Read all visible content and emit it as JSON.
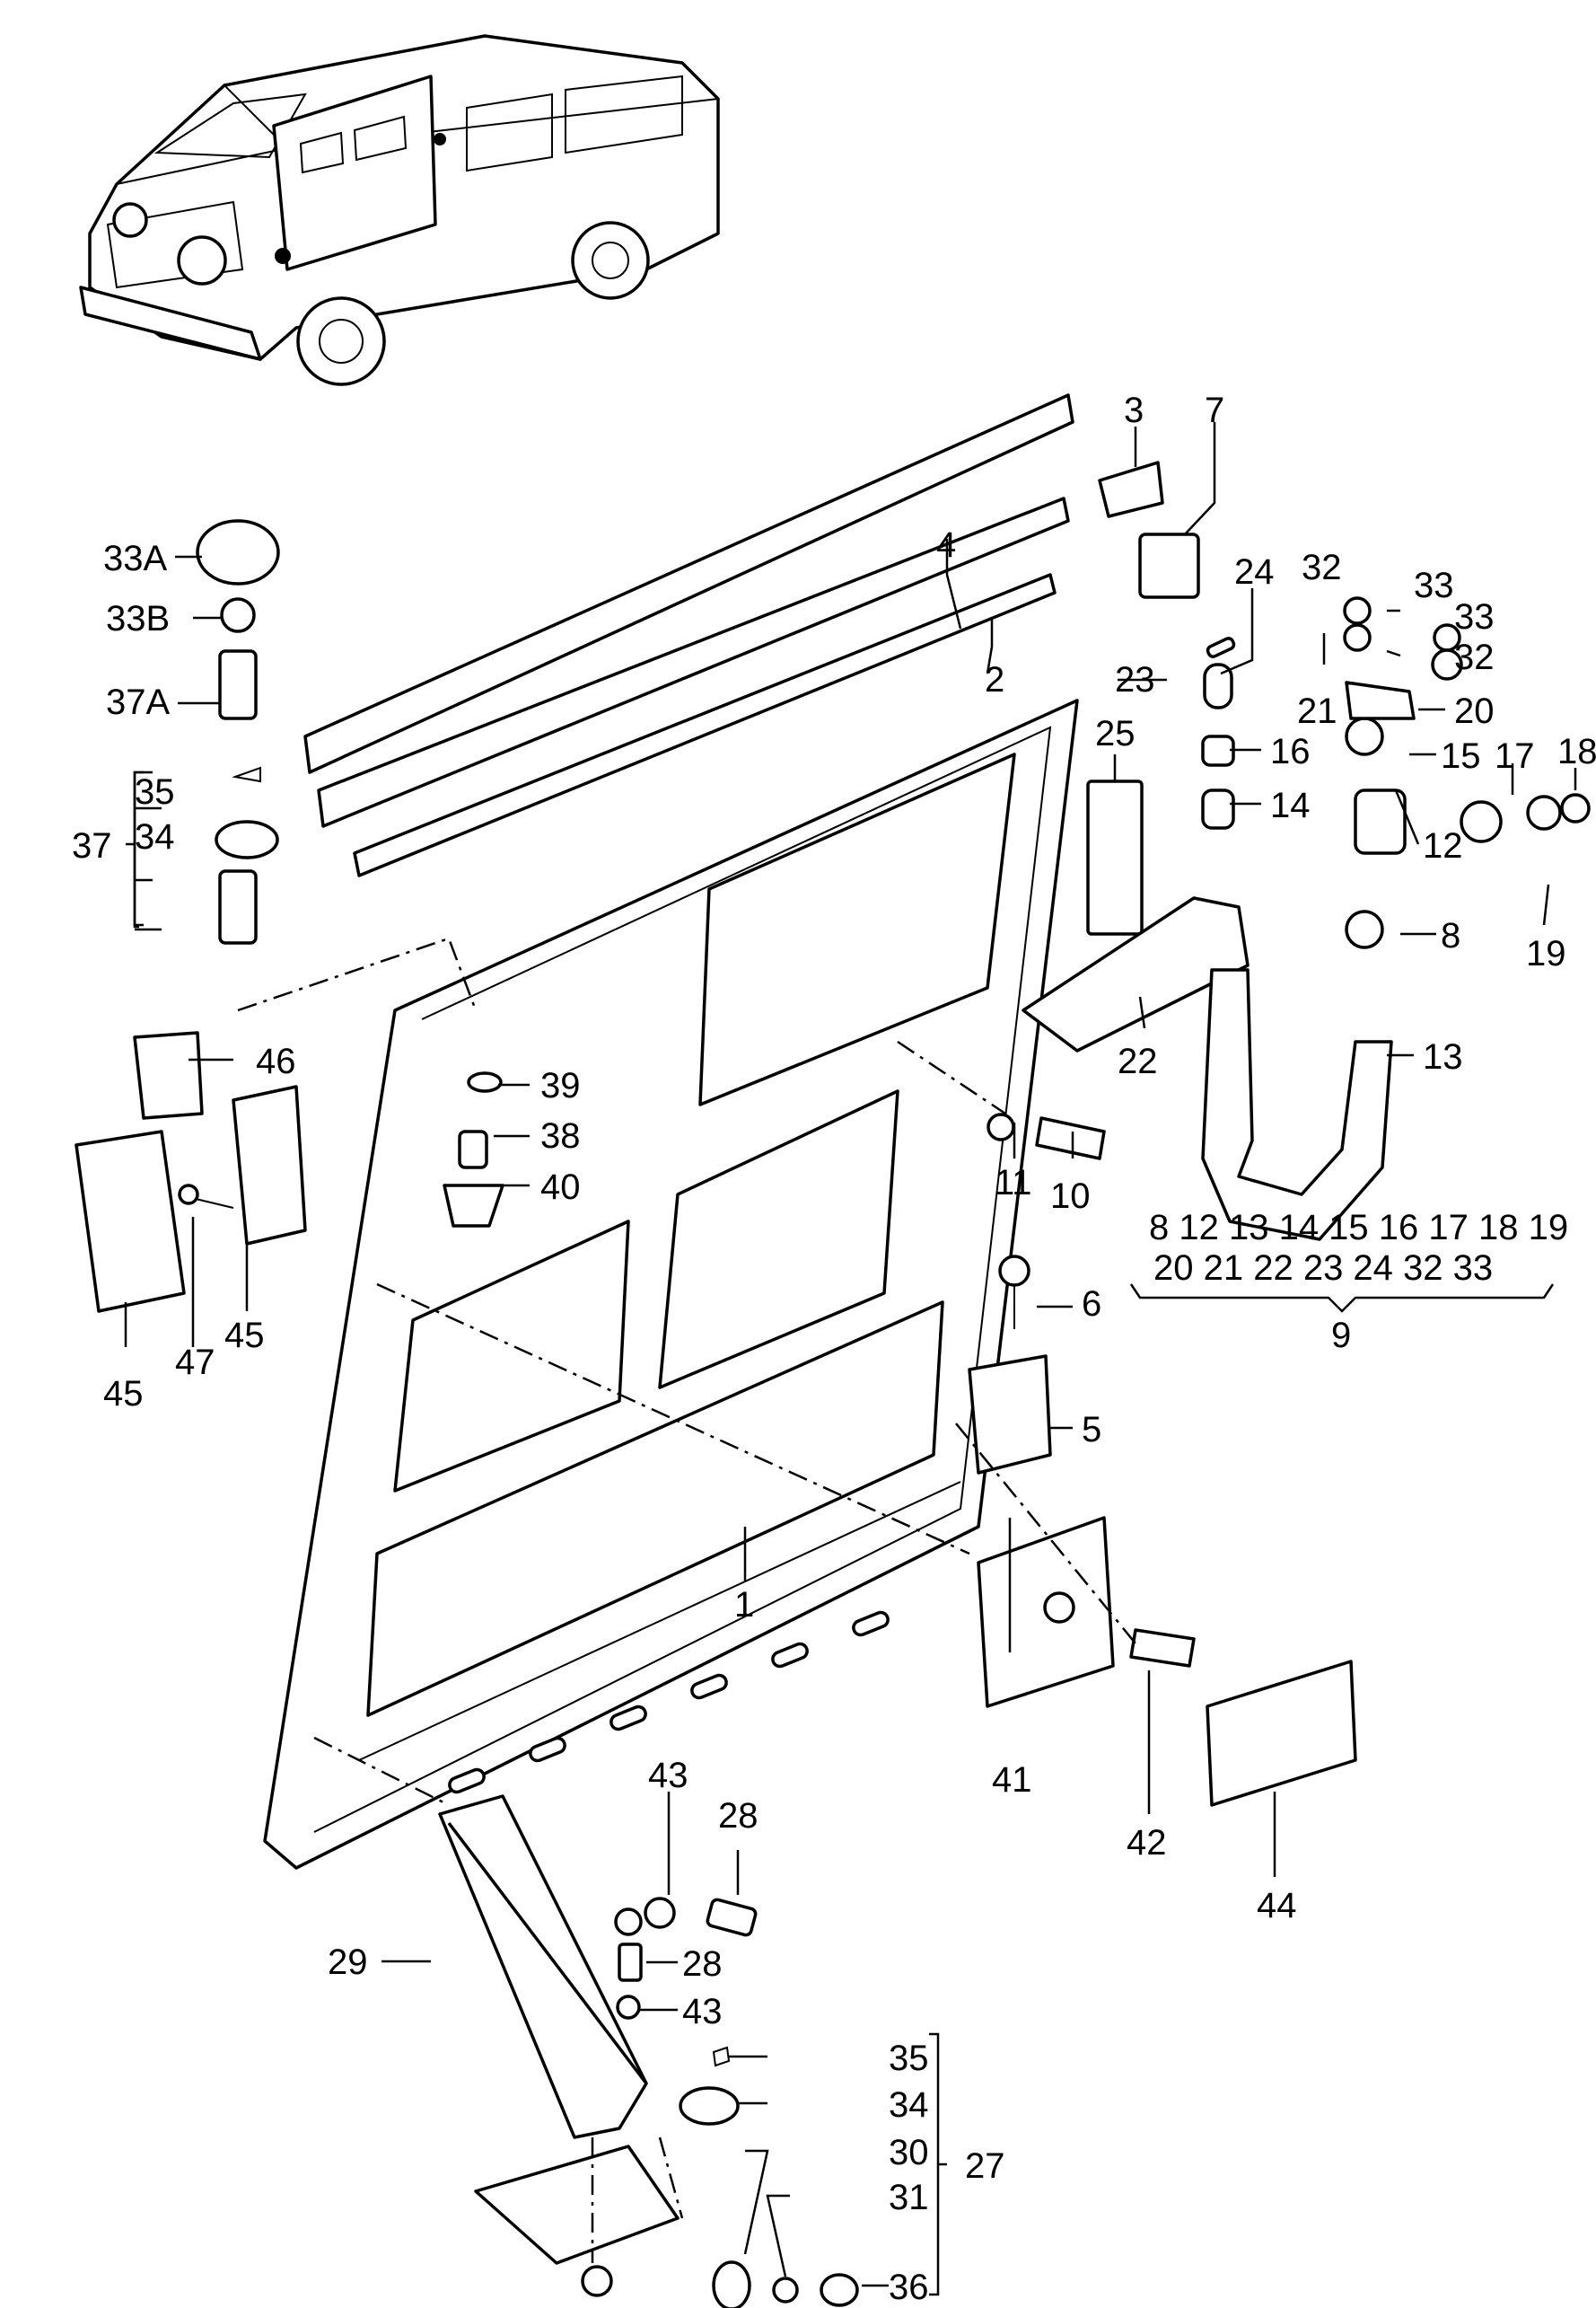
{
  "callouts": {
    "c3": "3",
    "c7": "7",
    "c4": "4",
    "c2": "2",
    "c33A": "33A",
    "c33B": "33B",
    "c37A": "37A",
    "c24": "24",
    "c32a": "32",
    "c33a": "33",
    "c33b": "33",
    "c32b": "32",
    "c23": "23",
    "c21": "21",
    "c20": "20",
    "c16": "16",
    "c15": "15",
    "c17": "17",
    "c18": "18",
    "c25": "25",
    "c14": "14",
    "c12": "12",
    "c8": "8",
    "c19": "19",
    "c35a": "35",
    "c37": "37",
    "c34a": "34",
    "c22": "22",
    "c13": "13",
    "c46": "46",
    "c39": "39",
    "c38": "38",
    "c40": "40",
    "c11": "11",
    "c10": "10",
    "c6": "6",
    "c5": "5",
    "c45a": "45",
    "c47": "47",
    "c45b": "45",
    "c1": "1",
    "c41": "41",
    "c42": "42",
    "c44": "44",
    "c43a": "43",
    "c28a": "28",
    "c29": "29",
    "c28b": "28",
    "c43b": "43",
    "c35b": "35",
    "c34b": "34",
    "c27": "27",
    "c30": "30",
    "c31": "31",
    "c36": "36"
  },
  "kit": {
    "row1": "8 12 13 14 15 16 17 18 19",
    "row2": "20 21 22 23 24 32 33",
    "number": "9"
  }
}
